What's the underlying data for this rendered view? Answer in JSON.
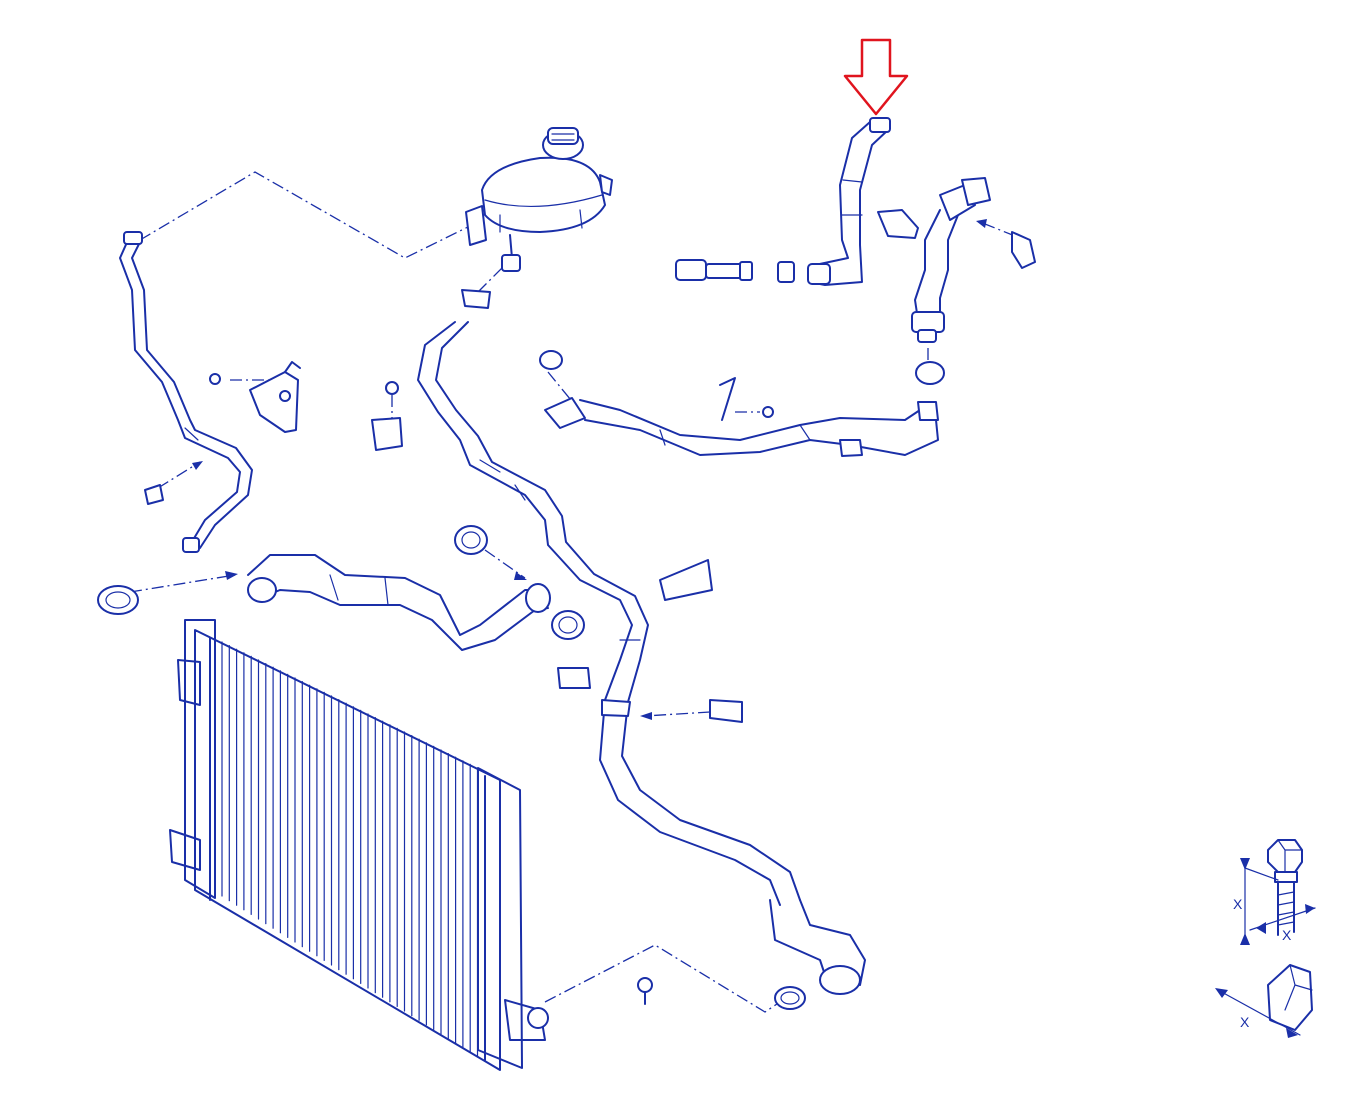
{
  "colors": {
    "line": "#1a2fa8",
    "highlight": "#e0141e",
    "background": "#ffffff"
  },
  "legend": {
    "bolt_dimension_label_a": "X",
    "bolt_dimension_label_b": "X",
    "clip_dimension_label": "X"
  }
}
